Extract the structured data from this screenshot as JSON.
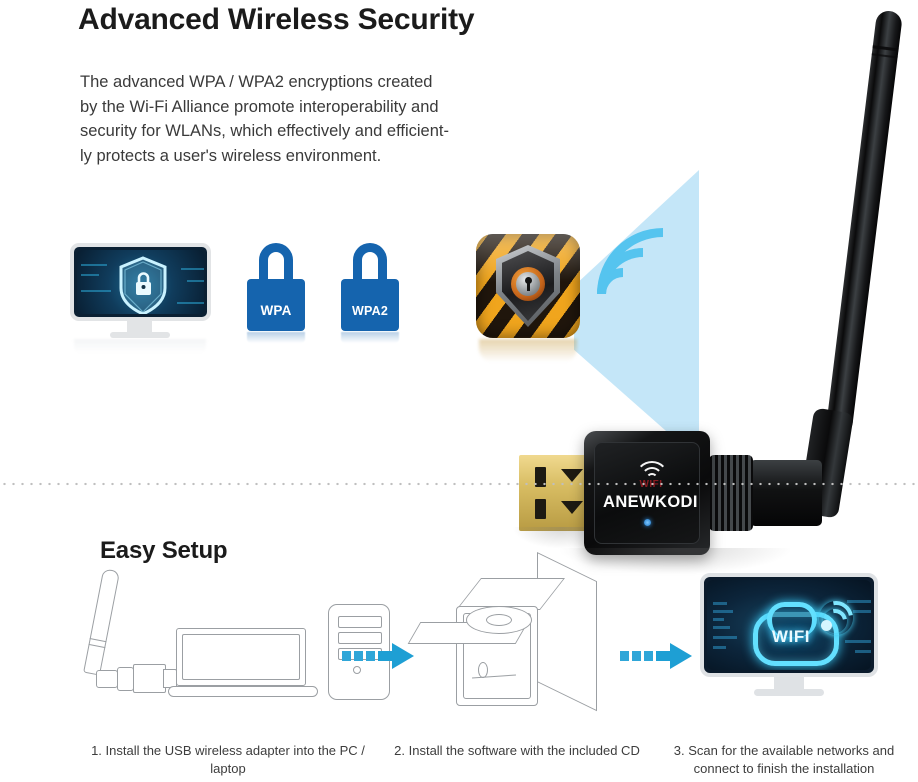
{
  "sections": {
    "security": {
      "title": "Advanced Wireless Security",
      "body_lines": [
        "The advanced WPA / WPA2 encryptions created",
        "by the Wi-Fi Alliance promote interoperability and",
        "security for WLANs, which effectively and efficient-",
        "ly protects a user's wireless environment."
      ],
      "icons": {
        "monitor_shield": "monitor-shield-icon",
        "wpa_lock_label": "WPA",
        "wpa2_lock_label": "WPA2",
        "shield_lock": "gold-shield-lock-icon",
        "wifi_waves": "wifi-waves-icon"
      }
    },
    "easy_setup": {
      "title": "Easy Setup",
      "steps": [
        {
          "number": "1.",
          "caption": "1. Install the USB wireless adapter into the PC / laptop",
          "illustration": "usb-adapter-laptop-tower"
        },
        {
          "number": "2.",
          "caption": "2. Install the software with the included CD",
          "illustration": "cd-tower"
        },
        {
          "number": "3.",
          "caption": "3. Scan for the available networks and connect to finish the installation",
          "illustration": "wifi-monitor"
        }
      ],
      "arrow_icon": "dashed-right-arrow-icon"
    }
  },
  "product": {
    "brand": "ANEWKODI",
    "logo_text": "WIFI",
    "parts": {
      "antenna": "antenna",
      "usb_connector": "usb-a-connector",
      "knurled_ring": "knurled-ring",
      "led": "blue-led-indicator"
    }
  },
  "screen_labels": {
    "wifi_cloud": "WIFI"
  },
  "colors": {
    "lock_blue": "#1564ae",
    "arrow_cyan": "#1e9fd4",
    "wifi_wave_light": "#bfe4f7",
    "wifi_wave_mid": "#55c4ef",
    "shield_gold": "#f0a51d",
    "usb_gold": "#d8bd63",
    "line_art_gray": "#9b9fa3",
    "title_black": "#1b1b1b",
    "body_gray": "#3a3a3a",
    "glow_cyan": "#63e0ff"
  }
}
